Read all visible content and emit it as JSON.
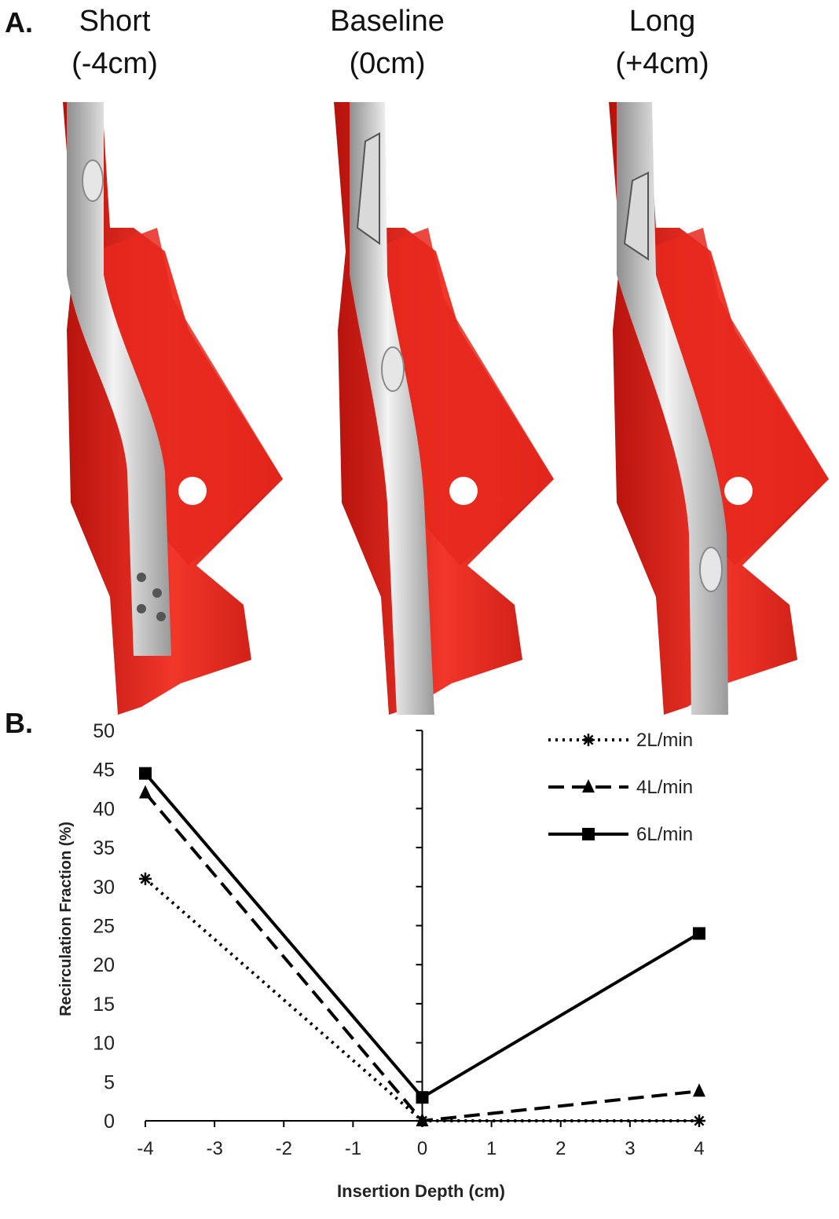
{
  "panel_a": {
    "letter": "A.",
    "columns": [
      {
        "name": "Short",
        "depth": "(-4cm)"
      },
      {
        "name": "Baseline",
        "depth": "(0cm)"
      },
      {
        "name": "Long",
        "depth": "(+4cm)"
      }
    ],
    "colors": {
      "vessel": "#e3241b",
      "cannula": "#c9c9c9"
    }
  },
  "panel_b": {
    "letter": "B."
  },
  "chart_data": {
    "type": "line",
    "xlabel": "Insertion Depth (cm)",
    "ylabel": "Recirculation Fraction (%)",
    "xlim": [
      -4,
      4
    ],
    "ylim": [
      0,
      50
    ],
    "x_ticks": [
      -4,
      -3,
      -2,
      -1,
      0,
      1,
      2,
      3,
      4
    ],
    "y_ticks": [
      0,
      5,
      10,
      15,
      20,
      25,
      30,
      35,
      40,
      45,
      50
    ],
    "x": [
      -4,
      0,
      4
    ],
    "legend_position": "top-right",
    "grid": false,
    "series": [
      {
        "name": "2L/min",
        "values": [
          31,
          0,
          0
        ],
        "line": "dotted",
        "marker": "asterisk"
      },
      {
        "name": "4L/min",
        "values": [
          42,
          0,
          3.8
        ],
        "line": "dashed",
        "marker": "triangle"
      },
      {
        "name": "6L/min",
        "values": [
          44.5,
          3,
          24
        ],
        "line": "solid",
        "marker": "square"
      }
    ]
  }
}
